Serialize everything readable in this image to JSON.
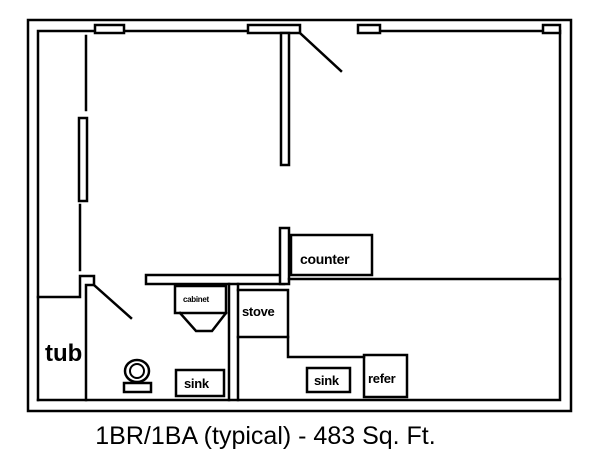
{
  "title": "1BR/1BA (typical) - 483 Sq. Ft.",
  "labels": {
    "counter": "counter",
    "cabinet": "cabinet",
    "stove": "stove",
    "tub": "tub",
    "sink_bath": "sink",
    "sink_kitchen": "sink",
    "refer": "refer"
  },
  "colors": {
    "line": "#000000",
    "background": "#ffffff"
  }
}
